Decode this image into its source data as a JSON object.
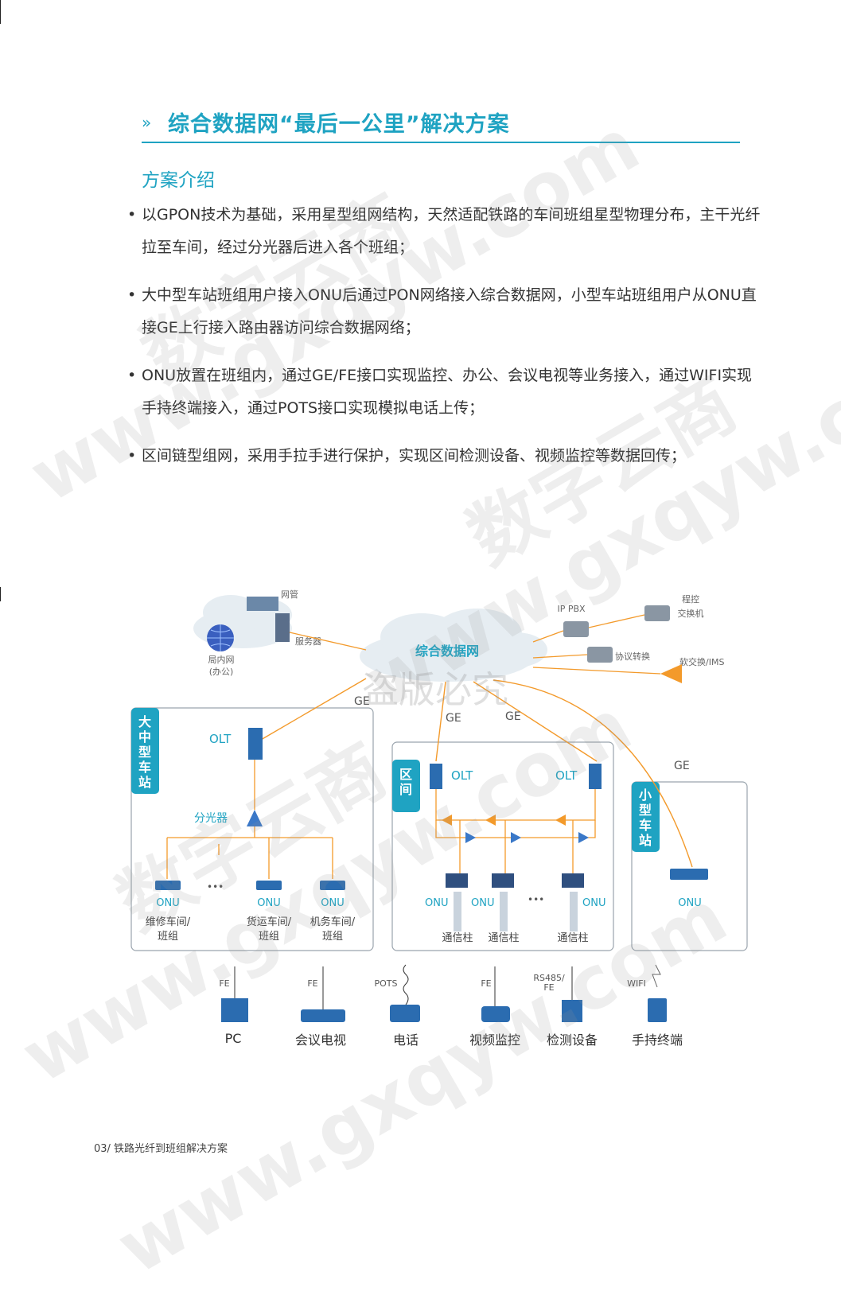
{
  "header": {
    "chevron": "»",
    "title": "综合数据网“最后一公里”解决方案"
  },
  "intro": {
    "subtitle": "方案介绍",
    "bullets": [
      "以GPON技术为基础，采用星型组网结构，天然适配铁路的车间班组星型物理分布，主干光纤拉至车间，经过分光器后进入各个班组；",
      "大中型车站班组用户接入ONU后通过PON网络接入综合数据网，小型车站班组用户从ONU直接GE上行接入路由器访问综合数据网络；",
      "ONU放置在班组内，通过GE/FE接口实现监控、办公、会议电视等业务接入，通过WIFI实现手持终端接入，通过POTS接口实现模拟电话上传；",
      "区间链型组网，采用手拉手进行保护，实现区间检测设备、视频监控等数据回传；"
    ]
  },
  "diagram": {
    "cloud_main": "综合数据网",
    "net_mgmt": "网管",
    "server": "服务器",
    "lan_l1": "局内网",
    "lan_l2": "(办公)",
    "ip_pbx": "IP PBX",
    "prog_l1": "程控",
    "prog_l2": "交换机",
    "protocol": "协议转换",
    "softswitch": "软交换/IMS",
    "ge": "GE",
    "big_station": "大中型车站",
    "section": "区间",
    "small_station": "小型车站",
    "olt": "OLT",
    "splitter": "分光器",
    "onu": "ONU",
    "ellipsis": "•••",
    "ws1_l1": "维修车间/",
    "ws1_l2": "班组",
    "ws2_l1": "货运车间/",
    "ws2_l2": "班组",
    "ws3_l1": "机务车间/",
    "ws3_l2": "班组",
    "pole": "通信柱",
    "stamp": "盗版必究",
    "terminals": [
      {
        "iface": "FE",
        "label": "PC"
      },
      {
        "iface": "FE",
        "label": "会议电视"
      },
      {
        "iface": "POTS",
        "label": "电话"
      },
      {
        "iface": "FE",
        "label": "视频监控"
      },
      {
        "iface": "RS485/\nFE",
        "label": "检测设备"
      },
      {
        "iface": "WIFI",
        "label": "手持终端"
      }
    ]
  },
  "footer": "03/ 铁路光纤到班组解决方案",
  "watermark": {
    "line1": "数字云商",
    "line2": "www.gxqyw.com"
  },
  "colors": {
    "accent": "#1fa3c2",
    "orange": "#f39a2b",
    "device": "#2b6cb0"
  }
}
